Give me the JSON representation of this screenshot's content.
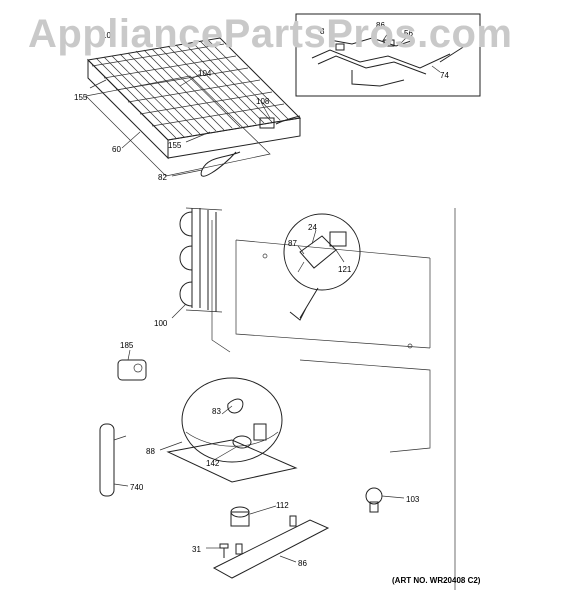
{
  "watermark": "AppliancePartsPros.com",
  "art_number": "(ART NO. WR20408 C2)",
  "callouts": [
    {
      "id": "c-104",
      "text": "104"
    },
    {
      "id": "c-101",
      "text": "101"
    },
    {
      "id": "c-155a",
      "text": "155"
    },
    {
      "id": "c-108",
      "text": "108"
    },
    {
      "id": "c-60",
      "text": "60"
    },
    {
      "id": "c-155b",
      "text": "155"
    },
    {
      "id": "c-82",
      "text": "82"
    },
    {
      "id": "c-8x",
      "text": "8"
    },
    {
      "id": "c-86a",
      "text": "86"
    },
    {
      "id": "c-56",
      "text": "56"
    },
    {
      "id": "c-74",
      "text": "74"
    },
    {
      "id": "c-24",
      "text": "24"
    },
    {
      "id": "c-87",
      "text": "87"
    },
    {
      "id": "c-121",
      "text": "121"
    },
    {
      "id": "c-100",
      "text": "100"
    },
    {
      "id": "c-185",
      "text": "185"
    },
    {
      "id": "c-83",
      "text": "83"
    },
    {
      "id": "c-88",
      "text": "88"
    },
    {
      "id": "c-142",
      "text": "142"
    },
    {
      "id": "c-740",
      "text": "740"
    },
    {
      "id": "c-112",
      "text": "112"
    },
    {
      "id": "c-103",
      "text": "103"
    },
    {
      "id": "c-31",
      "text": "31"
    },
    {
      "id": "c-86b",
      "text": "86"
    }
  ]
}
